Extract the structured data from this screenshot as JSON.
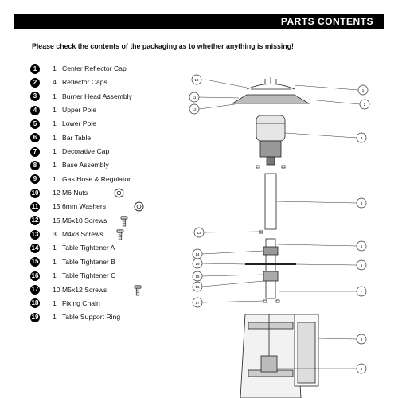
{
  "header": {
    "title": "PARTS CONTENTS"
  },
  "instruction": "Please check the contents of the packaging as to whether anything is missing!",
  "parts": [
    {
      "num": "1",
      "qty": "1",
      "name": "Center Reflector Cap"
    },
    {
      "num": "2",
      "qty": "4",
      "name": "Reflector Caps"
    },
    {
      "num": "3",
      "qty": "1",
      "name": "Burner Head Assembly"
    },
    {
      "num": "4",
      "qty": "1",
      "name": "Upper Pole"
    },
    {
      "num": "5",
      "qty": "1",
      "name": "Lower Pole"
    },
    {
      "num": "6",
      "qty": "1",
      "name": "Bar Table"
    },
    {
      "num": "7",
      "qty": "1",
      "name": "Decorative Cap"
    },
    {
      "num": "8",
      "qty": "1",
      "name": "Base Assembly"
    },
    {
      "num": "9",
      "qty": "1",
      "name": "Gas Hose & Regulator"
    },
    {
      "num": "10",
      "qty": "12",
      "name": "M6 Nuts"
    },
    {
      "num": "11",
      "qty": "15",
      "name": "6mm Washers"
    },
    {
      "num": "12",
      "qty": "15",
      "name": "M6x10 Screws"
    },
    {
      "num": "13",
      "qty": "3",
      "name": "M4x8 Screws"
    },
    {
      "num": "14",
      "qty": "1",
      "name": "Table Tightener A"
    },
    {
      "num": "15",
      "qty": "1",
      "name": "Table Tightener B"
    },
    {
      "num": "16",
      "qty": "1",
      "name": "Table Tightener C"
    },
    {
      "num": "17",
      "qty": "10",
      "name": "M5x12 Screws"
    },
    {
      "num": "18",
      "qty": "1",
      "name": "Fixing Chain"
    },
    {
      "num": "19",
      "qty": "1",
      "name": "Table Support Ring"
    }
  ],
  "diagram": {
    "callouts": [
      "10",
      "11",
      "12",
      "1",
      "2",
      "3",
      "4",
      "13",
      "5",
      "14",
      "19",
      "15",
      "16",
      "17",
      "6",
      "7",
      "8",
      "9"
    ]
  }
}
